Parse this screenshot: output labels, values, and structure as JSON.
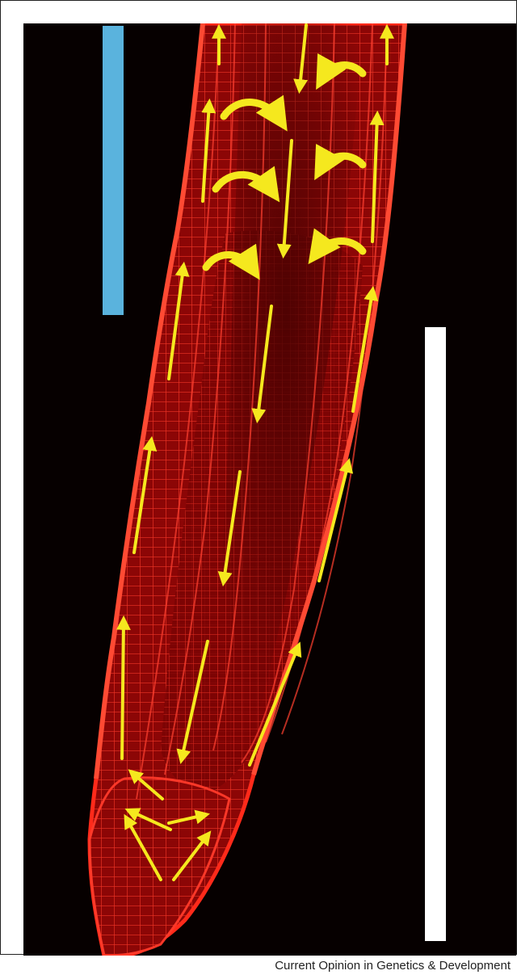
{
  "figure": {
    "credit": "Current Opinion in Genetics & Development",
    "colors": {
      "background": "#060000",
      "tissue": "#d10f0f",
      "cell_walls": "#ff3a2a",
      "arrows": "#f5e81e",
      "blue_bar": "#5ab3dd",
      "white_bar": "#ffffff"
    },
    "elements": {
      "blue_bar": "blue-scale-bar",
      "white_bar": "white-scale-bar",
      "root": "root-tip-micrograph",
      "arrows": "auxin-flow-arrows"
    }
  }
}
